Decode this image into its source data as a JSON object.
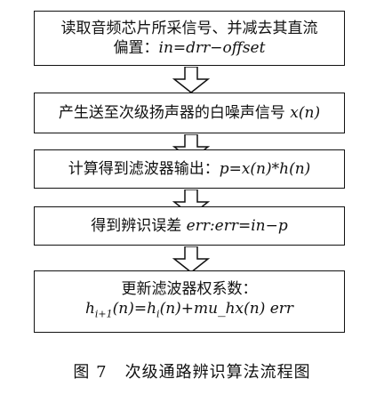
{
  "boxes": [
    {
      "line1": "读取音频芯片所采信号、并减去其直流",
      "line2_prefix": "偏置：",
      "line2_math": "in=drr−offset"
    },
    {
      "text": "产生送至次级扬声器的白噪声信号",
      "math": "x(n)"
    },
    {
      "text": "计算得到滤波器输出：",
      "math": "p=x(n)*h(n)"
    },
    {
      "text": "得到辨识误差",
      "math": "err:err=in−p"
    },
    {
      "line1": "更新滤波器权系数：",
      "formula_h": "h",
      "formula_sub1": "i+1",
      "formula_mid": "(n)=h",
      "formula_sub2": "i",
      "formula_tail": "(n)+mu_hx(n) err"
    }
  ],
  "caption": {
    "number": "图 7",
    "title": "次级通路辨识算法流程图"
  }
}
